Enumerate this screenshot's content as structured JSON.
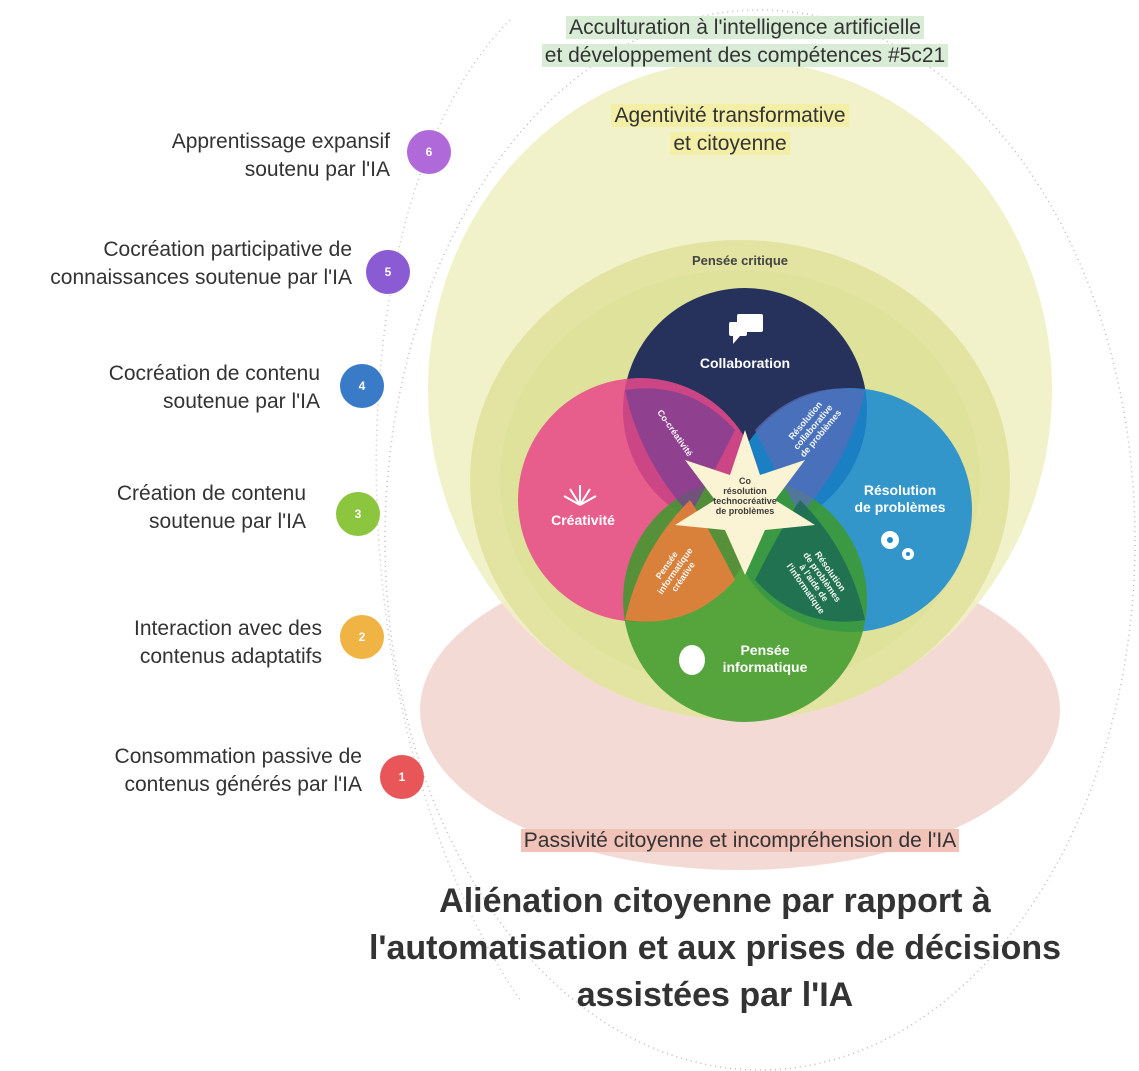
{
  "header": {
    "line1": "Acculturation à l'intelligence artificielle",
    "line2": "et développement des compétences #5c21"
  },
  "zones": {
    "top_line1": "Agentivité transformative",
    "top_line2": "et citoyenne",
    "bottom": "Passivité citoyenne et incompréhension de l'IA"
  },
  "levels": [
    {
      "number": "6",
      "line1": "Apprentissage expansif",
      "line2": "soutenu par l'IA",
      "color": "#b069d8"
    },
    {
      "number": "5",
      "line1": "Cocréation participative de",
      "line2": "connaissances soutenue par l'IA",
      "color": "#8b5bd3"
    },
    {
      "number": "4",
      "line1": "Cocréation de contenu",
      "line2": "soutenue par l'IA",
      "color": "#3a7bc8"
    },
    {
      "number": "3",
      "line1": "Création de contenu",
      "line2": "soutenue par l'IA",
      "color": "#8cc63e"
    },
    {
      "number": "2",
      "line1": "Interaction avec des",
      "line2": "contenus adaptatifs",
      "color": "#f0b445"
    },
    {
      "number": "1",
      "line1": "Consommation passive de",
      "line2": "contenus générés par l'IA",
      "color": "#e8565a"
    }
  ],
  "core": {
    "ring_label": "Pensée critique",
    "collaboration": "Collaboration",
    "resolution_line1": "Résolution",
    "resolution_line2": "de problèmes",
    "creativite": "Créativité",
    "pensee_line1": "Pensée",
    "pensee_line2": "informatique",
    "cocreativite": "Co-créativité",
    "resolution_collab_1": "Résolution",
    "resolution_collab_2": "collaborative",
    "resolution_collab_3": "de problèmes",
    "pensee_creative_1": "Pensée",
    "pensee_creative_2": "informatique",
    "pensee_creative_3": "créative",
    "resolution_info_1": "Résolution",
    "resolution_info_2": "de problèmes",
    "resolution_info_3": "à l'aide de",
    "resolution_info_4": "l'informatique",
    "center_1": "Co",
    "center_2": "résolution",
    "center_3": "technocréative",
    "center_4": "de problèmes"
  },
  "footer": {
    "line1": "Aliénation citoyenne par rapport à",
    "line2": "l'automatisation et aux prises de décisions",
    "line3": "assistées par l'IA"
  },
  "colors": {
    "top_zone": "#f0f0c6",
    "bottom_zone": "#f3d6d0",
    "ring": "#e4e4a2",
    "collaboration": "#1b2858",
    "resolution": "#1a8bd2",
    "creativite": "#e8488a",
    "pensee": "#3e9a2c",
    "highlight_green": "#d8ecd6",
    "highlight_yellow": "#f4efa6",
    "highlight_red": "#f1c2b8"
  }
}
